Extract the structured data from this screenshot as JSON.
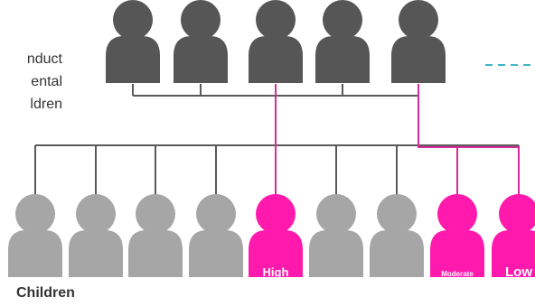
{
  "intro_text": [
    "nduct",
    "ental",
    "ldren"
  ],
  "children_label": "Children",
  "risk_labels": {
    "high": "High",
    "moderate": "Moderate",
    "low": "Low"
  },
  "colors": {
    "parent": "#565656",
    "child": "#a6a6a6",
    "affected": "#ff1aad",
    "line": "#595959",
    "link": "#d62b9a",
    "dash": "#3fb6c6"
  },
  "parents": [
    {
      "id": "parent-1",
      "affected_link": false
    },
    {
      "id": "parent-2",
      "affected_link": false
    },
    {
      "id": "parent-3",
      "affected_link": true
    },
    {
      "id": "parent-4",
      "affected_link": false
    },
    {
      "id": "parent-5",
      "affected_link": true
    }
  ],
  "children": [
    {
      "id": "child-1",
      "status": "unaffected",
      "risk": ""
    },
    {
      "id": "child-2",
      "status": "unaffected",
      "risk": ""
    },
    {
      "id": "child-3",
      "status": "unaffected",
      "risk": ""
    },
    {
      "id": "child-4",
      "status": "unaffected",
      "risk": ""
    },
    {
      "id": "child-5",
      "status": "affected",
      "risk": "high"
    },
    {
      "id": "child-6",
      "status": "unaffected",
      "risk": ""
    },
    {
      "id": "child-7",
      "status": "unaffected",
      "risk": ""
    },
    {
      "id": "child-8",
      "status": "affected",
      "risk": "moderate"
    },
    {
      "id": "child-9",
      "status": "affected",
      "risk": "low"
    }
  ]
}
